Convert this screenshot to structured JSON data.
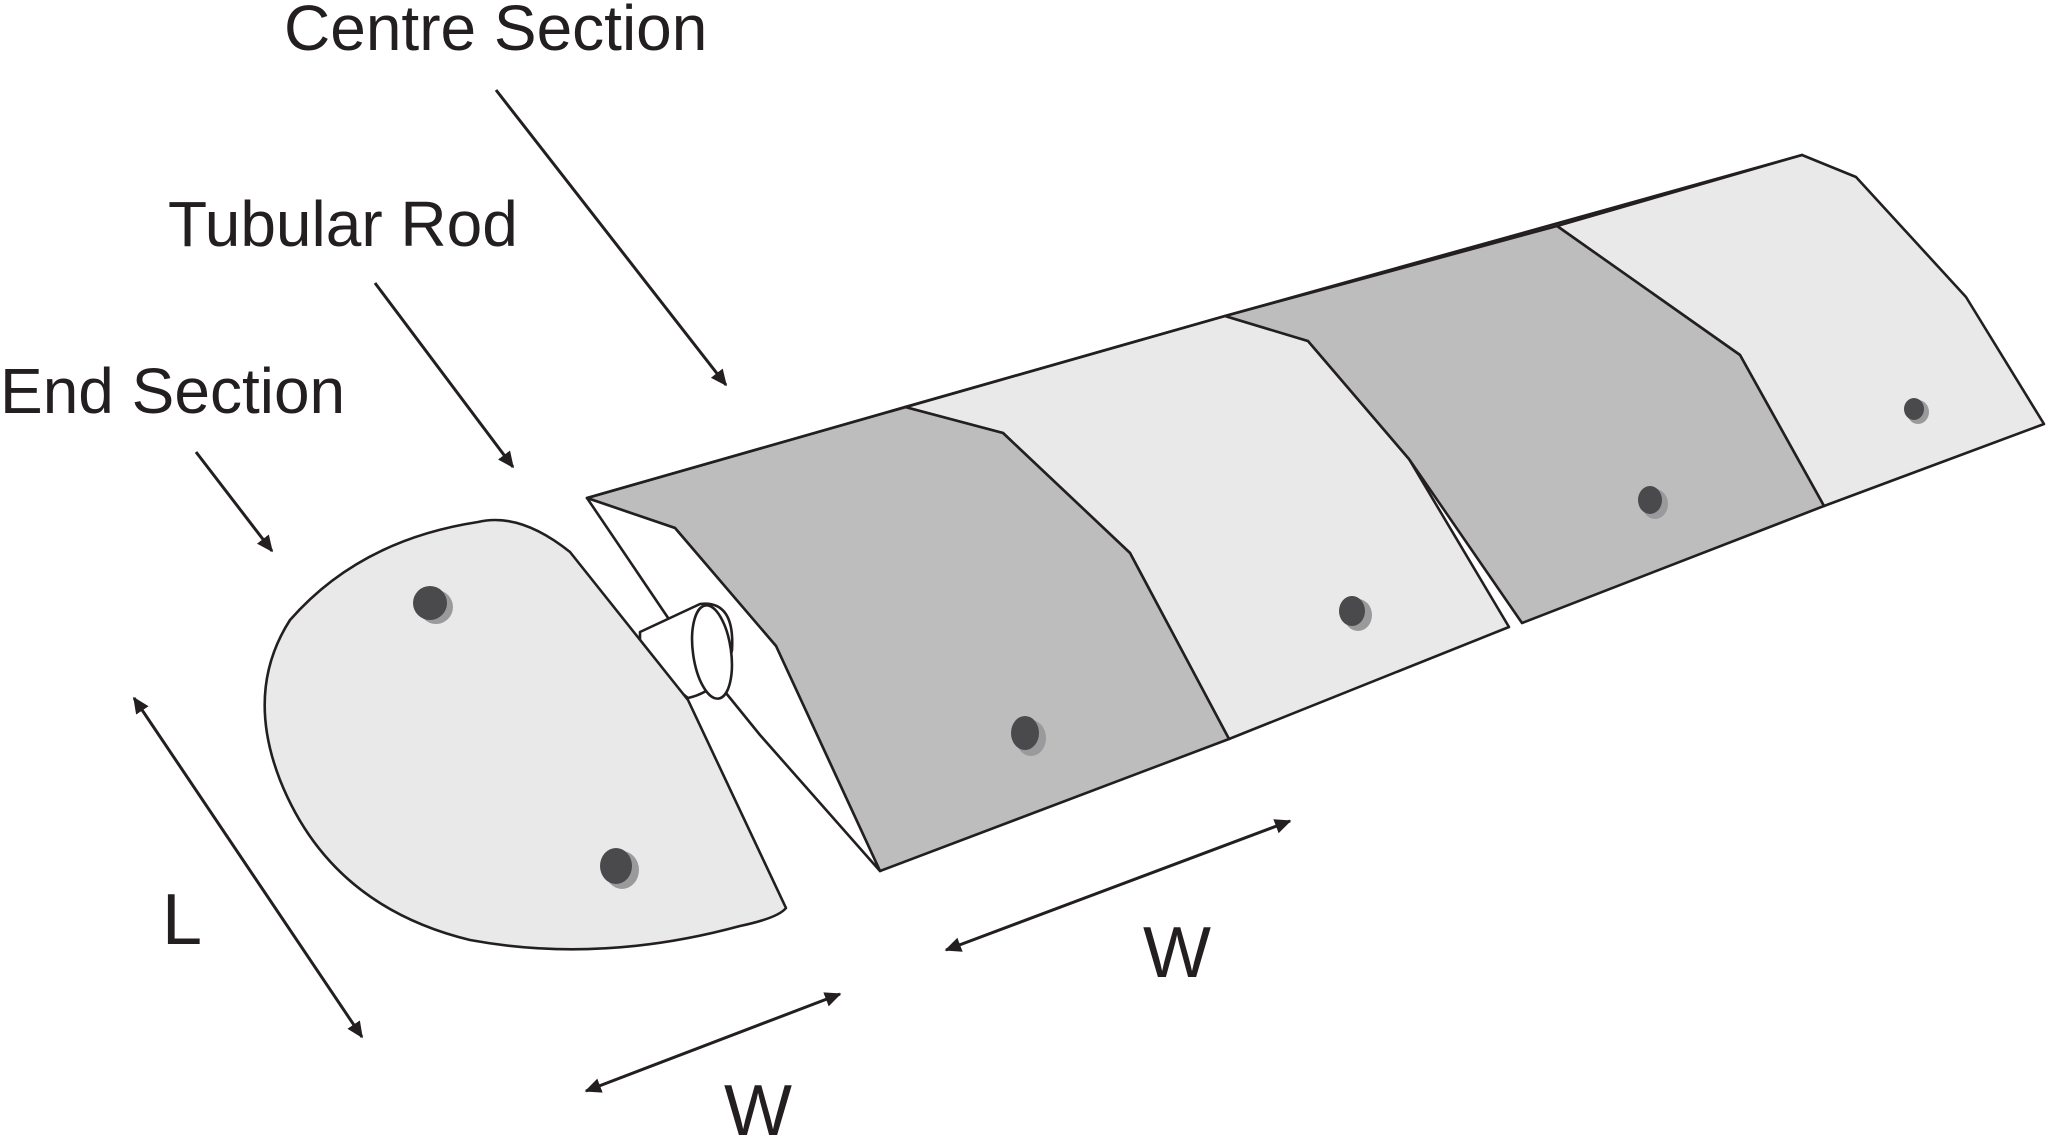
{
  "labels": {
    "centre_section": "Centre Section",
    "tubular_rod": "Tubular Rod",
    "end_section": "End Section",
    "length": "L",
    "width_end": "W",
    "width_centre": "W"
  },
  "colors": {
    "light_segment": "#e9e9ea",
    "dark_segment": "#bdbdbe",
    "outline": "#231f20",
    "hole": "#4a4a4c",
    "background": "#ffffff"
  }
}
